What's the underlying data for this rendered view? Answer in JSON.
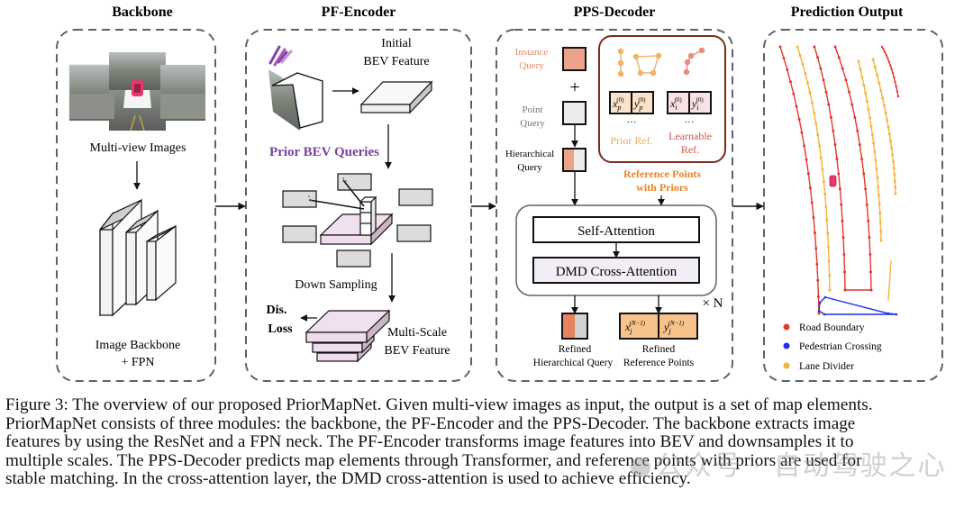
{
  "figure": {
    "panels": {
      "backbone": {
        "title": "Backbone",
        "input_label": "Multi-view Images",
        "module_label_line1": "Image Backbone",
        "module_label_line2": "+ FPN"
      },
      "pf_encoder": {
        "title": "PF-Encoder",
        "initial_bev_line1": "Initial",
        "initial_bev_line2": "BEV Feature",
        "prior_queries": "Prior BEV Queries",
        "down_sampling": "Down Sampling",
        "loss_line1": "Dis.",
        "loss_line2": "Loss",
        "multiscale_line1": "Multi-Scale",
        "multiscale_line2": "BEV Feature"
      },
      "pps_decoder": {
        "title": "PPS-Decoder",
        "instance_query_line1": "Instance",
        "instance_query_line2": "Query",
        "plus": "+",
        "point_query_line1": "Point",
        "point_query_line2": "Query",
        "hier_query_line1": "Hierarchical",
        "hier_query_line2": "Query",
        "prior_ref_x": "x",
        "prior_ref_sub": "p",
        "learn_ref_sub": "i",
        "sup0": "(0)",
        "ellipsis": "···",
        "prior_ref_label": "Prior Ref.",
        "learnable_ref_line1": "Learnable",
        "learnable_ref_line2": "Ref.",
        "ref_points_line1": "Reference Points",
        "ref_points_line2": "with Priors",
        "self_attention": "Self-Attention",
        "cross_attention": "DMD Cross-Attention",
        "repeat": "× N",
        "refined_sub": "j",
        "supN": "(N−1)",
        "refined_hier_line1": "Refined",
        "refined_hier_line2": "Hierarchical Query",
        "refined_ref_line1": "Refined",
        "refined_ref_line2": "Reference Points"
      },
      "prediction": {
        "title": "Prediction Output",
        "legend": [
          {
            "label": "Road Boundary",
            "color": "#e03a2f"
          },
          {
            "label": "Pedestrian Crossing",
            "color": "#1f2cf0"
          },
          {
            "label": "Lane Divider",
            "color": "#f4b43c"
          }
        ]
      }
    },
    "colors": {
      "panel_border": "#5a6270",
      "instance_query": "#eba38a",
      "point_query": "#ececec",
      "prior_purple": "#7b3fa0",
      "ref_orange": "#e8852a",
      "prior_ref_text": "#e9a863",
      "learn_ref_text": "#d9534f",
      "ref_box_border": "#7a2c1a",
      "cross_attn_fill": "#f3eef5",
      "refined_ref_fill": "#f6c38b",
      "bev_pink": "#efdcec"
    }
  },
  "caption": {
    "lines": [
      "Figure 3: The overview of our proposed PriorMapNet. Given multi-view images as input, the output is a set of map elements.",
      "PriorMapNet consists of three modules: the backbone, the PF-Encoder and the PPS-Decoder. The backbone extracts image",
      "features by using the ResNet and a FPN neck. The PF-Encoder transforms image features into BEV and downsamples it to",
      "multiple scales. The PPS-Decoder predicts map elements through Transformer, and reference points with priors are used for",
      "stable matching. In the cross-attention layer, the DMD cross-attention is used to achieve efficiency."
    ]
  },
  "watermark": "公众号 · 自动驾驶之心"
}
